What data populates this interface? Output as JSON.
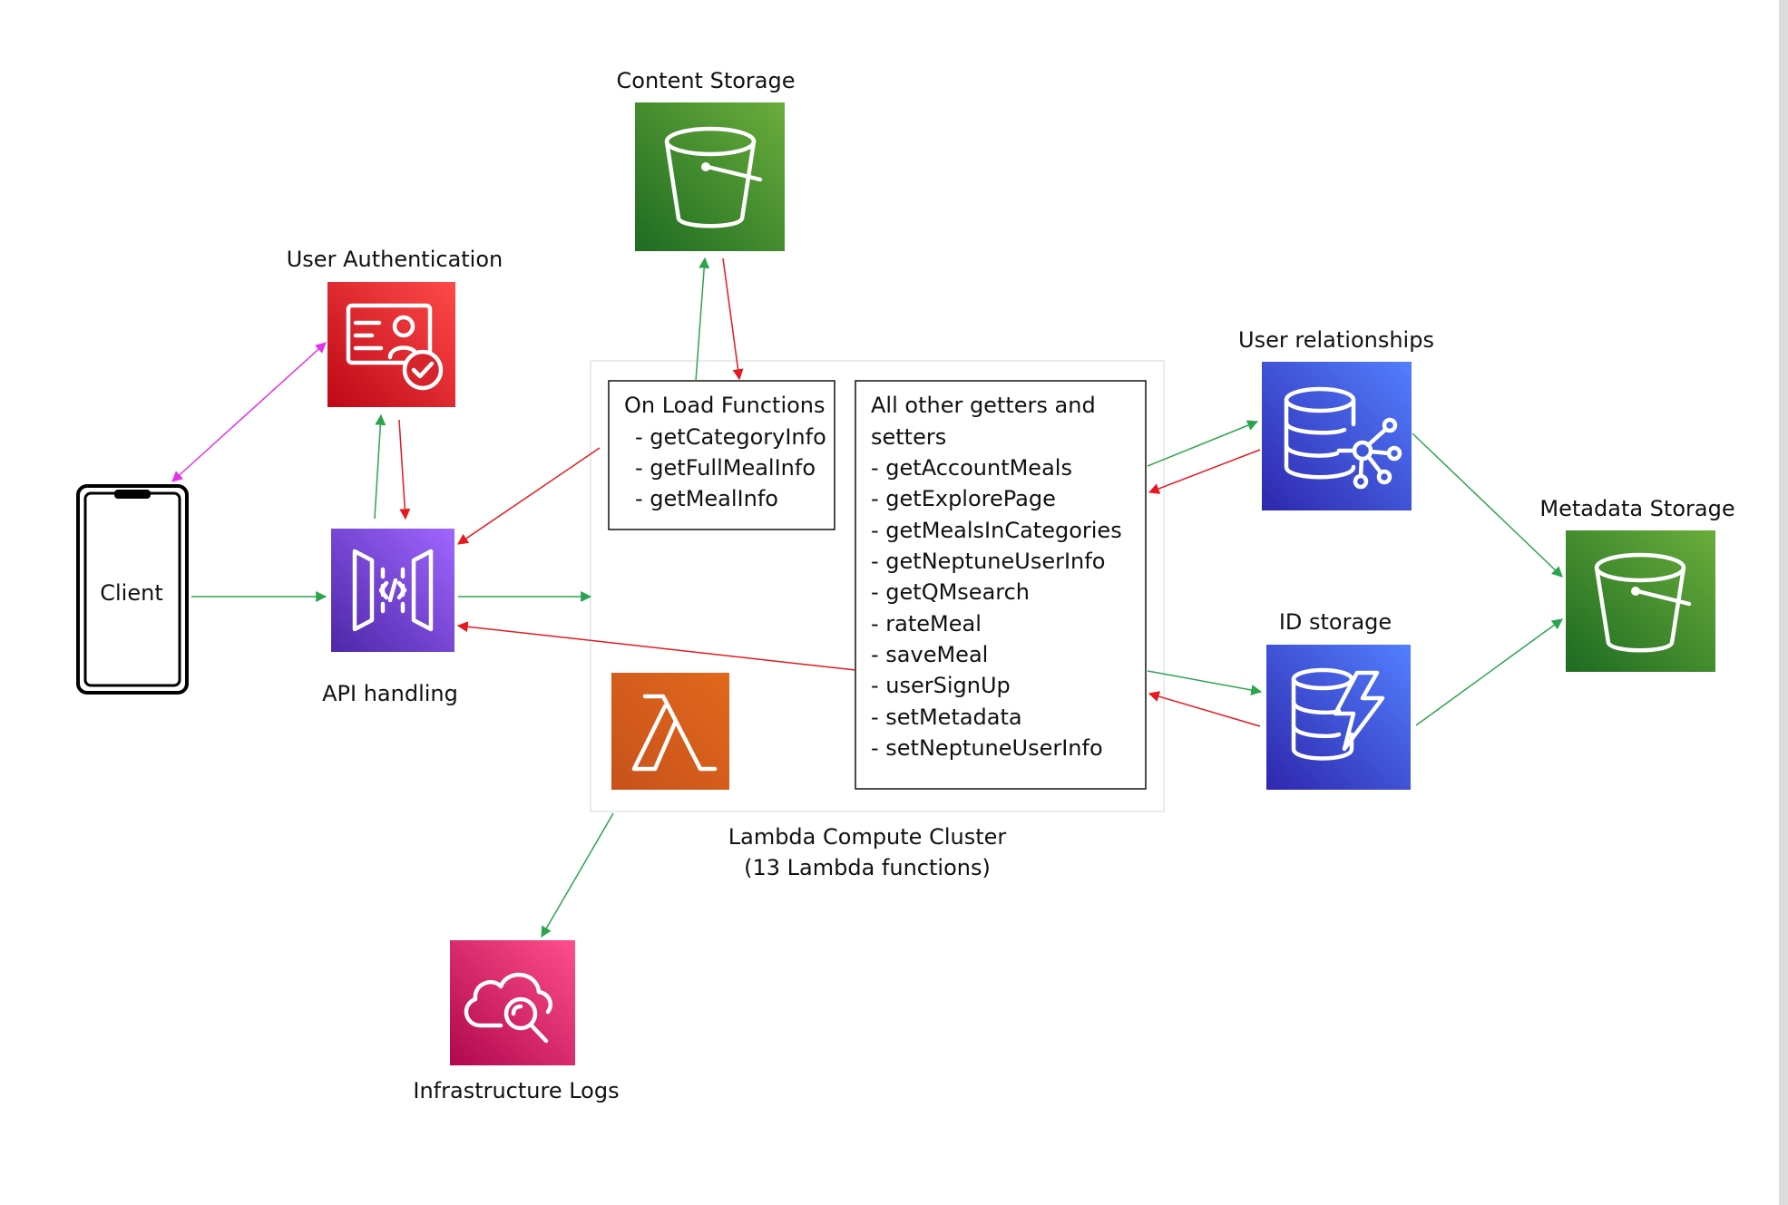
{
  "nodes": {
    "client": {
      "label": "Client"
    },
    "auth": {
      "label": "User Authentication"
    },
    "api": {
      "label": "API handling"
    },
    "content_storage": {
      "label": "Content Storage"
    },
    "user_relationships": {
      "label": "User relationships"
    },
    "id_storage": {
      "label": "ID storage"
    },
    "metadata_storage": {
      "label": "Metadata Storage"
    },
    "logs": {
      "label": "Infrastructure Logs"
    },
    "lambda_cluster": {
      "label_line1": "Lambda Compute Cluster",
      "label_line2": "(13 Lambda functions)"
    }
  },
  "on_load": {
    "title": "On Load Functions",
    "items": [
      "- getCategoryInfo",
      "- getFullMealInfo",
      "- getMealInfo"
    ]
  },
  "other_functions": {
    "title_line1": "All other getters and",
    "title_line2": "setters",
    "items": [
      "- getAccountMeals",
      "- getExplorePage",
      "- getMealsInCategories",
      "- getNeptuneUserInfo",
      "- getQMsearch",
      "- rateMeal",
      "- saveMeal",
      "- userSignUp",
      "- setMetadata",
      "- setNeptuneUserInfo"
    ]
  },
  "colors": {
    "request_arrow": "#2ca44e",
    "response_arrow": "#e5191e",
    "auth_arrow": "#e233e8",
    "storage_green": "#3d8d2a",
    "security_red": "#d6242d",
    "api_purple": "#7a45e0",
    "database_blue": "#3344d9",
    "compute_orange": "#d45b1c",
    "logs_pink": "#cc2864"
  },
  "icons": {
    "client": "mobile-phone-icon",
    "auth": "id-card-check-icon",
    "api": "api-gateway-icon",
    "content_storage": "s3-bucket-icon",
    "user_relationships": "graph-database-icon",
    "id_storage": "dynamodb-icon",
    "metadata_storage": "s3-bucket-icon",
    "lambda": "lambda-icon",
    "logs": "cloud-search-icon"
  }
}
